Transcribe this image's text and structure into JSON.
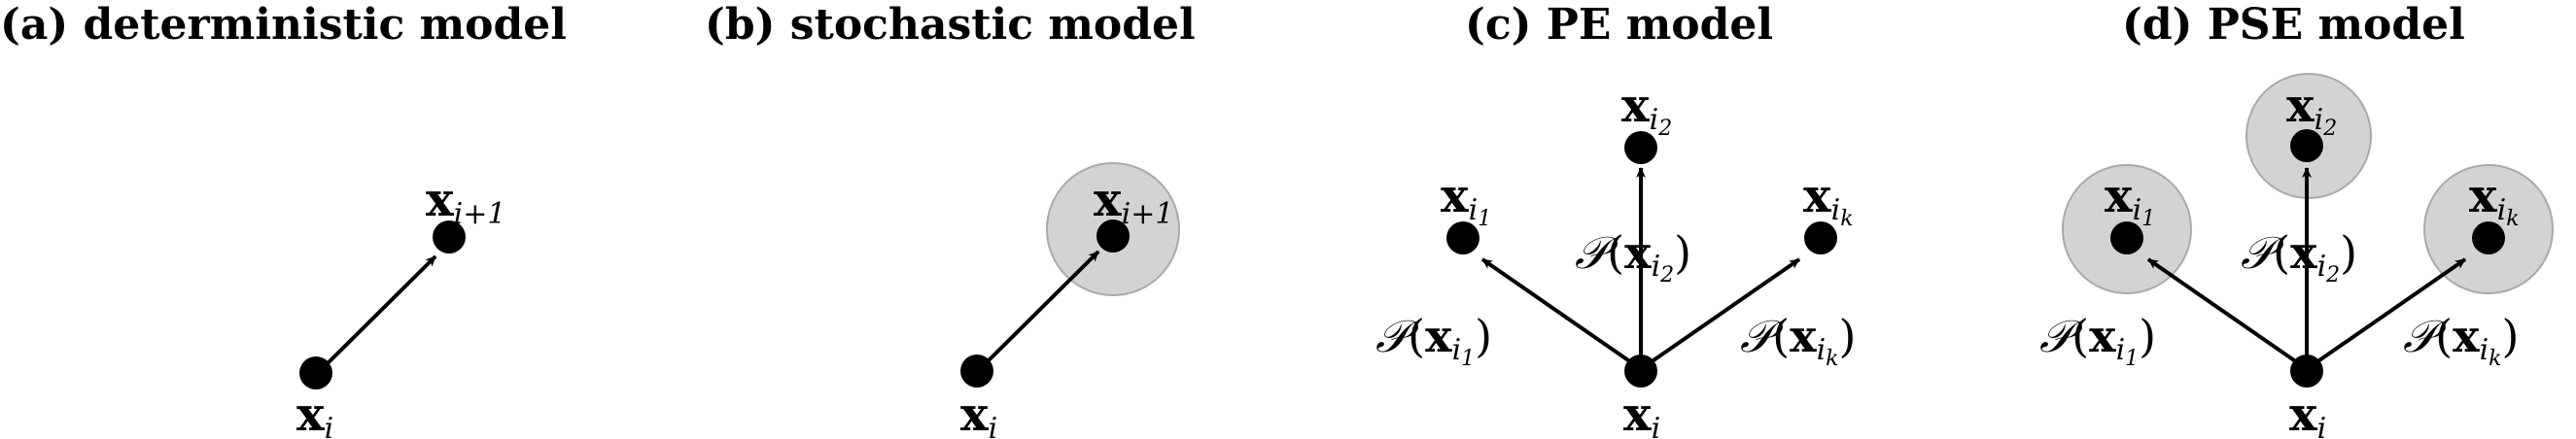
{
  "panels": [
    {
      "id": "a",
      "title": "(a) deterministic model"
    },
    {
      "id": "b",
      "title": "(b) stochastic model"
    },
    {
      "id": "c",
      "title": "(c) PE model"
    },
    {
      "id": "d",
      "title": "(d) PSE model"
    }
  ],
  "labels": {
    "x": "x",
    "i": "i",
    "i_plus_1": "i+1",
    "i1_sub": "1",
    "i2_sub": "2",
    "ik_sub": "k",
    "prob_P": "𝒫",
    "lparen": "(",
    "rparen": ")"
  },
  "colors": {
    "node": "#000000",
    "uncertainty_fill": "#d3d3d3",
    "uncertainty_stroke": "#a9a9a9",
    "arrow": "#000000"
  }
}
